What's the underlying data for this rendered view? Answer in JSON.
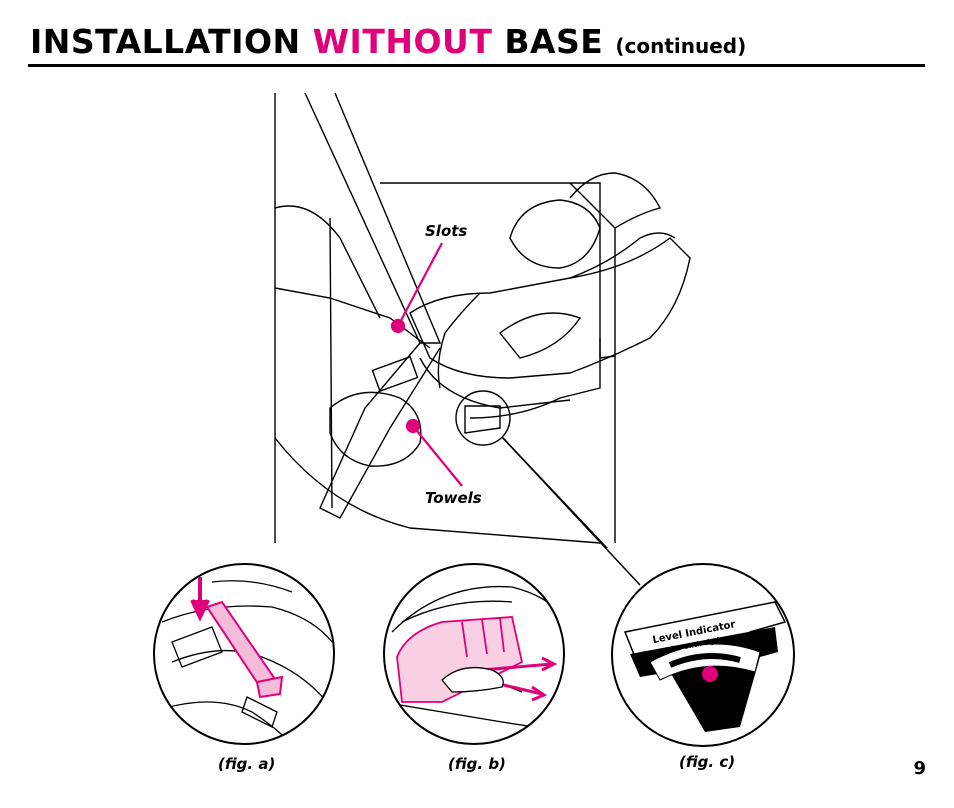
{
  "header": {
    "title_part1": "INSTALLATION",
    "title_part2": "WITHOUT",
    "title_part3": "BASE",
    "title_part4": "(continued)"
  },
  "colors": {
    "accent": "#e0007a",
    "ink": "#000000"
  },
  "main_illustration": {
    "callouts": {
      "slots": "Slots",
      "towels": "Towels"
    }
  },
  "figures": [
    {
      "caption": "(fig. a)"
    },
    {
      "caption": "(fig. b)"
    },
    {
      "caption": "(fig. c)",
      "label_title": "Level Indicator",
      "label_sub": "Ball must be entirely in green!"
    }
  ],
  "page_number": "9",
  "icons": [
    "car-seat-illustration",
    "buckle-illustration",
    "hand-belt-illustration",
    "level-indicator-illustration"
  ]
}
